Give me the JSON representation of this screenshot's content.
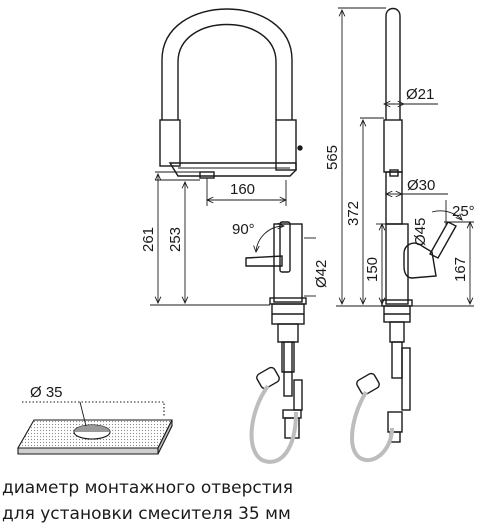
{
  "dimensions": {
    "spout_reach": "160",
    "lever_angle": "90°",
    "height_261": "261",
    "height_253": "253",
    "body_diameter_42": "Ø42",
    "height_565": "565",
    "height_372": "372",
    "spout_diameter_21": "Ø21",
    "diameter_30": "Ø30",
    "diameter_45": "Ø45",
    "tilt_angle": "25°",
    "height_150": "150",
    "height_167": "167",
    "hole_diameter": "Ø 35"
  },
  "caption": {
    "line1": "диаметр монтажного отверстия",
    "line2": "для установки смесителя 35 мм"
  },
  "colors": {
    "line": "#1a1a1a",
    "hose": "#bdbdbd",
    "slab": "#d9d9d9"
  }
}
